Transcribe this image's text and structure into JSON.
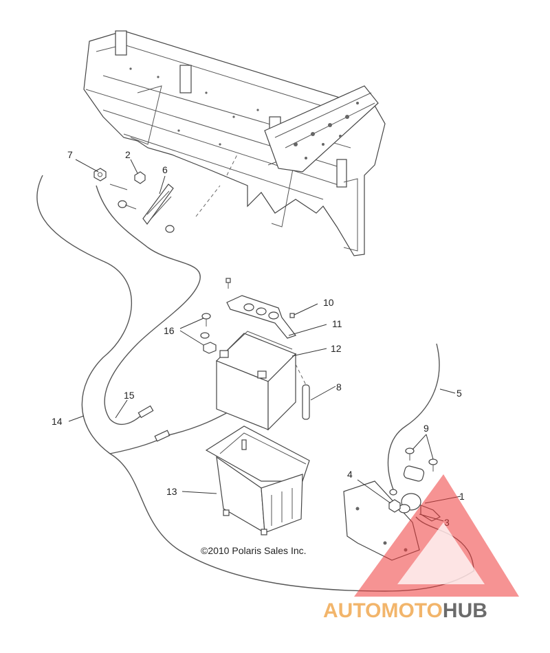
{
  "callouts": [
    {
      "id": "1",
      "label": "1"
    },
    {
      "id": "2",
      "label": "2"
    },
    {
      "id": "3",
      "label": "3"
    },
    {
      "id": "4",
      "label": "4"
    },
    {
      "id": "5",
      "label": "5"
    },
    {
      "id": "6",
      "label": "6"
    },
    {
      "id": "7",
      "label": "7"
    },
    {
      "id": "8",
      "label": "8"
    },
    {
      "id": "9",
      "label": "9"
    },
    {
      "id": "10",
      "label": "10"
    },
    {
      "id": "11",
      "label": "11"
    },
    {
      "id": "12",
      "label": "12"
    },
    {
      "id": "13",
      "label": "13"
    },
    {
      "id": "14",
      "label": "14"
    },
    {
      "id": "15",
      "label": "15"
    },
    {
      "id": "16",
      "label": "16"
    }
  ],
  "copyright": "©2010 Polaris Sales Inc.",
  "watermark": {
    "part1": "AUTOMOTO",
    "part2": "HUB",
    "triangle_color": "#ef3b3b",
    "text_color_1": "#f2b56b",
    "text_color_2": "#6b6b6b"
  }
}
